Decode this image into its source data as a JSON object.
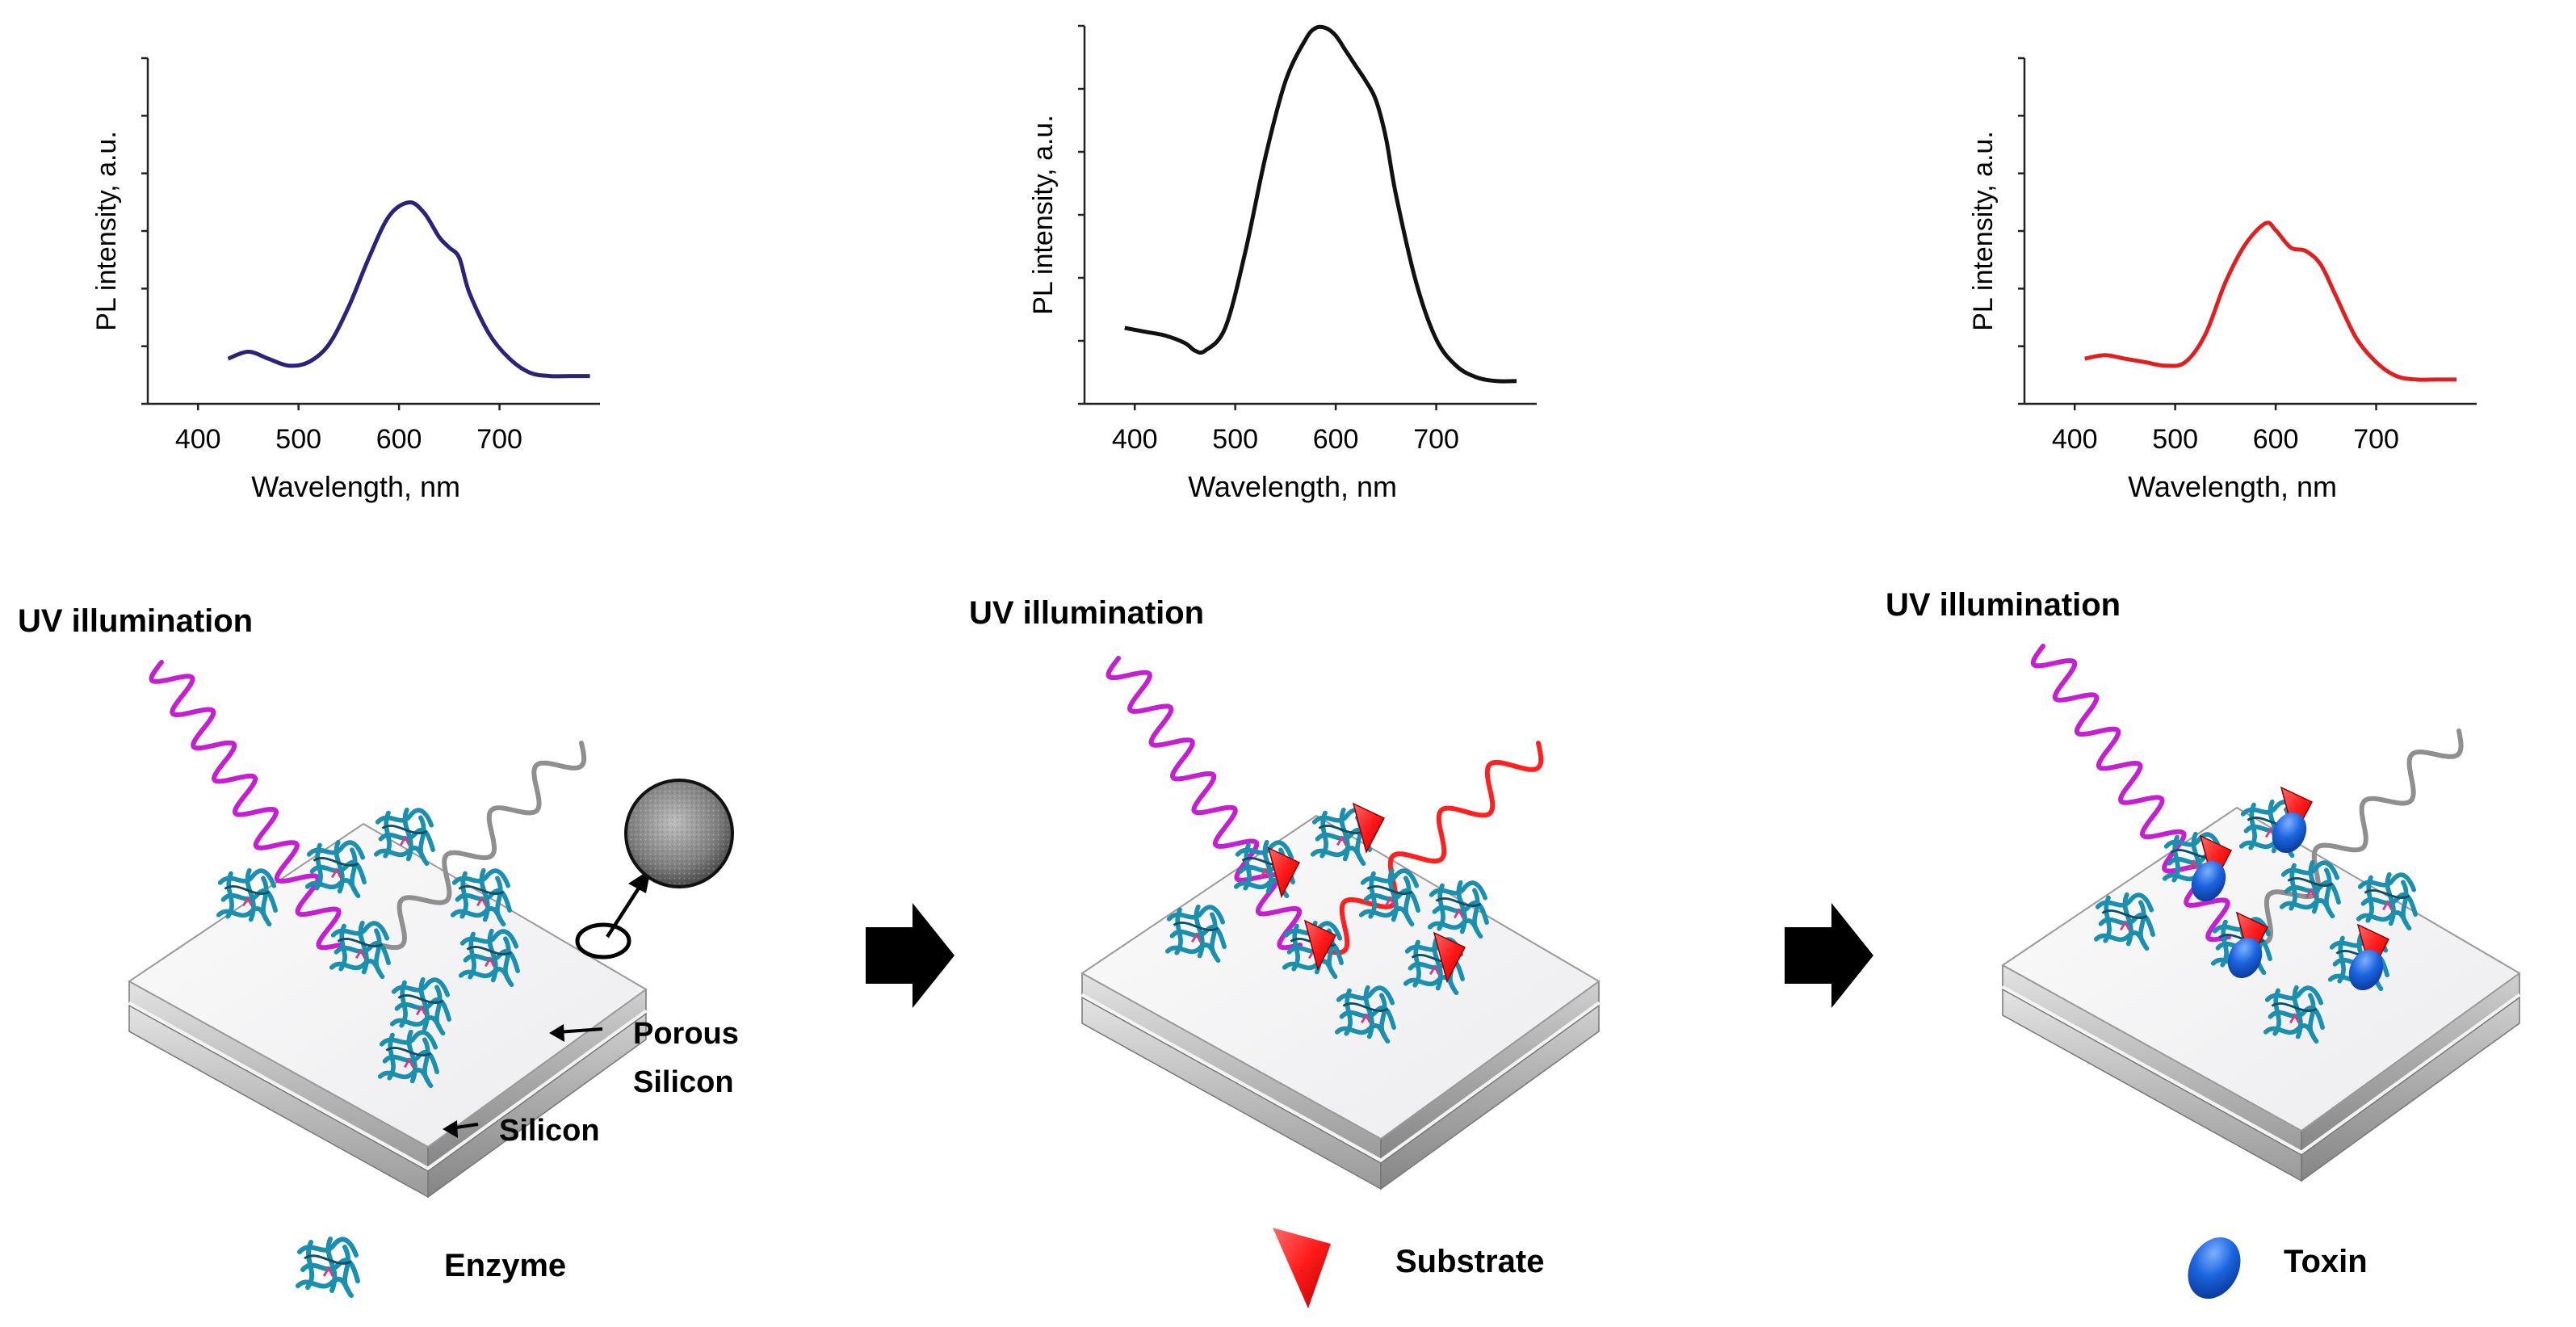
{
  "chart_data": [
    {
      "type": "line",
      "xlabel": "Wavelength, nm",
      "ylabel": "PL intensity, a.u.",
      "xlim": [
        350,
        800
      ],
      "ylim": [
        0,
        1
      ],
      "xticks": [
        400,
        500,
        600,
        700
      ],
      "grid": false,
      "series": [
        {
          "color": "#2b2378",
          "x": [
            430,
            450,
            470,
            490,
            510,
            530,
            550,
            570,
            590,
            610,
            625,
            640,
            650,
            660,
            670,
            690,
            710,
            730,
            750,
            770,
            790
          ],
          "y": [
            0.13,
            0.15,
            0.13,
            0.11,
            0.12,
            0.17,
            0.28,
            0.42,
            0.54,
            0.58,
            0.55,
            0.48,
            0.45,
            0.42,
            0.32,
            0.2,
            0.13,
            0.09,
            0.08,
            0.08,
            0.08
          ]
        }
      ]
    },
    {
      "type": "line",
      "xlabel": "Wavelength, nm",
      "ylabel": "PL intensity, a.u.",
      "xlim": [
        350,
        800
      ],
      "ylim": [
        0,
        1
      ],
      "xticks": [
        400,
        500,
        600,
        700
      ],
      "grid": false,
      "series": [
        {
          "color": "#111111",
          "x": [
            390,
            410,
            430,
            450,
            460,
            470,
            490,
            510,
            530,
            550,
            570,
            580,
            590,
            600,
            610,
            620,
            630,
            640,
            650,
            660,
            680,
            700,
            720,
            740,
            760,
            780
          ],
          "y": [
            0.2,
            0.19,
            0.18,
            0.16,
            0.14,
            0.14,
            0.2,
            0.4,
            0.65,
            0.85,
            0.96,
            0.99,
            0.99,
            0.97,
            0.93,
            0.89,
            0.85,
            0.8,
            0.7,
            0.55,
            0.32,
            0.17,
            0.1,
            0.07,
            0.06,
            0.06
          ]
        }
      ]
    },
    {
      "type": "line",
      "xlabel": "Wavelength, nm",
      "ylabel": "PL intensity, a.u.",
      "xlim": [
        350,
        800
      ],
      "ylim": [
        0,
        1
      ],
      "xticks": [
        400,
        500,
        600,
        700
      ],
      "grid": false,
      "series": [
        {
          "color": "#e02020",
          "x": [
            410,
            430,
            450,
            470,
            490,
            510,
            530,
            550,
            570,
            590,
            600,
            615,
            630,
            645,
            660,
            680,
            700,
            720,
            740,
            760,
            780
          ],
          "y": [
            0.13,
            0.14,
            0.13,
            0.12,
            0.11,
            0.12,
            0.2,
            0.35,
            0.46,
            0.52,
            0.5,
            0.45,
            0.44,
            0.4,
            0.31,
            0.19,
            0.12,
            0.08,
            0.07,
            0.07,
            0.07
          ]
        }
      ]
    }
  ],
  "diagram": {
    "illumination_label": "UV illumination",
    "layer_labels": {
      "porous_line1": "Porous",
      "porous_line2": "Silicon",
      "silicon": "Silicon"
    },
    "legend": [
      {
        "label": "Enzyme",
        "icon": "enzyme-icon"
      },
      {
        "label": "Substrate",
        "icon": "substrate-icon"
      },
      {
        "label": "Toxin",
        "icon": "toxin-icon"
      }
    ],
    "colors": {
      "uv_wave": "#c41fd0",
      "emission_low": "#8f8f8f",
      "emission_high": "#ff2020",
      "enzyme": "#1a8fae",
      "substrate": "#ff1a1a",
      "toxin": "#1b64e0",
      "arrow": "#000000"
    }
  }
}
